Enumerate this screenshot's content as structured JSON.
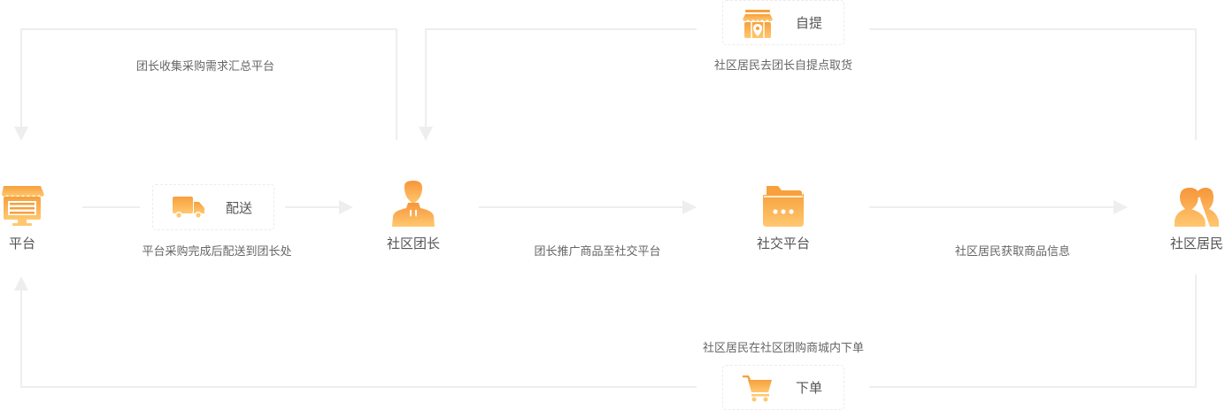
{
  "nodes": {
    "platform": {
      "label": "平台",
      "icon": "storefront-monitor-icon"
    },
    "leader": {
      "label": "社区团长",
      "icon": "person-suit-icon"
    },
    "social": {
      "label": "社交平台",
      "icon": "folder-chat-icon"
    },
    "residents": {
      "label": "社区居民",
      "icon": "people-group-icon"
    }
  },
  "steps": {
    "delivery": {
      "label": "配送",
      "icon": "truck-icon"
    },
    "pickup": {
      "label": "自提",
      "icon": "shop-location-icon"
    },
    "order": {
      "label": "下单",
      "icon": "shopping-cart-icon"
    }
  },
  "edges": {
    "leader_to_platform": "团长收集采购需求汇总平台",
    "platform_to_leader": "平台采购完成后配送到团长处",
    "leader_to_social": "团长推广商品至社交平台",
    "social_to_residents": "社区居民获取商品信息",
    "residents_pickup": "社区居民去团长自提点取货",
    "residents_order": "社区居民在社区团购商城内下单"
  },
  "colors": {
    "accent_top": "#f7a03c",
    "accent_bottom": "#ffc870",
    "line": "#eeeeee"
  }
}
